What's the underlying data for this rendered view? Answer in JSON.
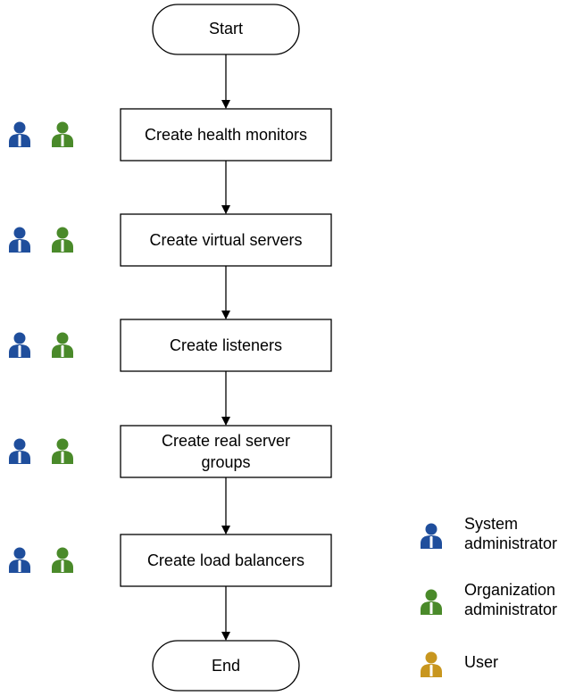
{
  "colors": {
    "system_admin": "#1f4e9c",
    "org_admin": "#4a8a2a",
    "user": "#c8961e",
    "stroke": "#000000"
  },
  "flow": {
    "start": "Start",
    "end": "End",
    "steps": [
      {
        "lines": [
          "Create health monitors"
        ],
        "roles": [
          "system_admin",
          "org_admin"
        ]
      },
      {
        "lines": [
          "Create virtual servers"
        ],
        "roles": [
          "system_admin",
          "org_admin"
        ]
      },
      {
        "lines": [
          "Create listeners"
        ],
        "roles": [
          "system_admin",
          "org_admin"
        ]
      },
      {
        "lines": [
          "Create real server",
          "groups"
        ],
        "roles": [
          "system_admin",
          "org_admin"
        ]
      },
      {
        "lines": [
          "Create load balancers"
        ],
        "roles": [
          "system_admin",
          "org_admin"
        ]
      }
    ]
  },
  "legend": [
    {
      "role": "system_admin",
      "icon": "person-icon",
      "lines": [
        "System",
        "administrator"
      ]
    },
    {
      "role": "org_admin",
      "icon": "person-icon",
      "lines": [
        "Organization",
        "administrator"
      ]
    },
    {
      "role": "user",
      "icon": "person-icon",
      "lines": [
        "User"
      ]
    }
  ]
}
